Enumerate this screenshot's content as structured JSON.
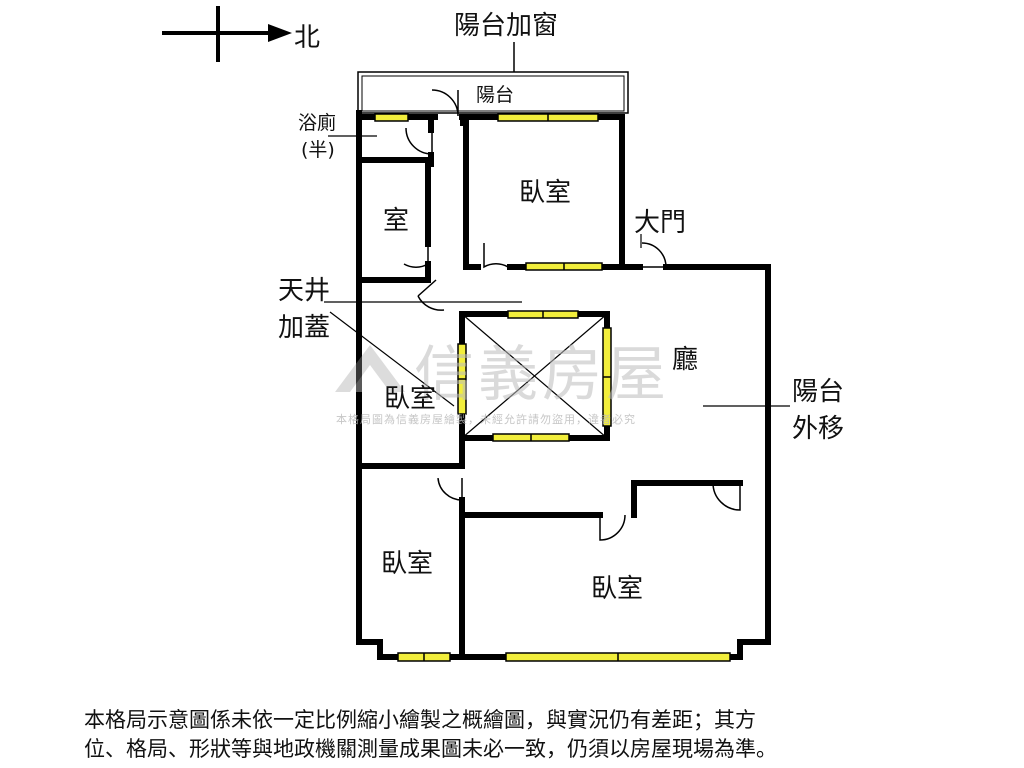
{
  "compass": {
    "direction_label": "北"
  },
  "annotations": {
    "balcony_window": "陽台加窗",
    "bath_line1": "浴廁",
    "bath_line2": "(半)",
    "patio_line1": "天井",
    "patio_line2": "加蓋",
    "balcony_move_line1": "陽台",
    "balcony_move_line2": "外移"
  },
  "rooms": {
    "balcony": "陽台",
    "bedroom_top": "臥室",
    "small_room": "室",
    "main_door": "大門",
    "living_room": "廳",
    "bedroom_middle": "臥室",
    "bedroom_bottom_left": "臥室",
    "bedroom_bottom_right": "臥室"
  },
  "watermark": {
    "brand": "信義房屋",
    "notice": "本格局圖為信義房屋繪製，未經允許請勿盜用，違者必究"
  },
  "disclaimer": {
    "line1": "本格局示意圖係未依一定比例縮小繪製之概繪圖，與實況仍有差距；其方",
    "line2": "位、格局、形狀等與地政機關測量成果圖未必一致，仍須以房屋現場為準。"
  },
  "colors": {
    "wall": "#000000",
    "window": "#f2ee3c",
    "watermark": "#bdbdbd"
  }
}
